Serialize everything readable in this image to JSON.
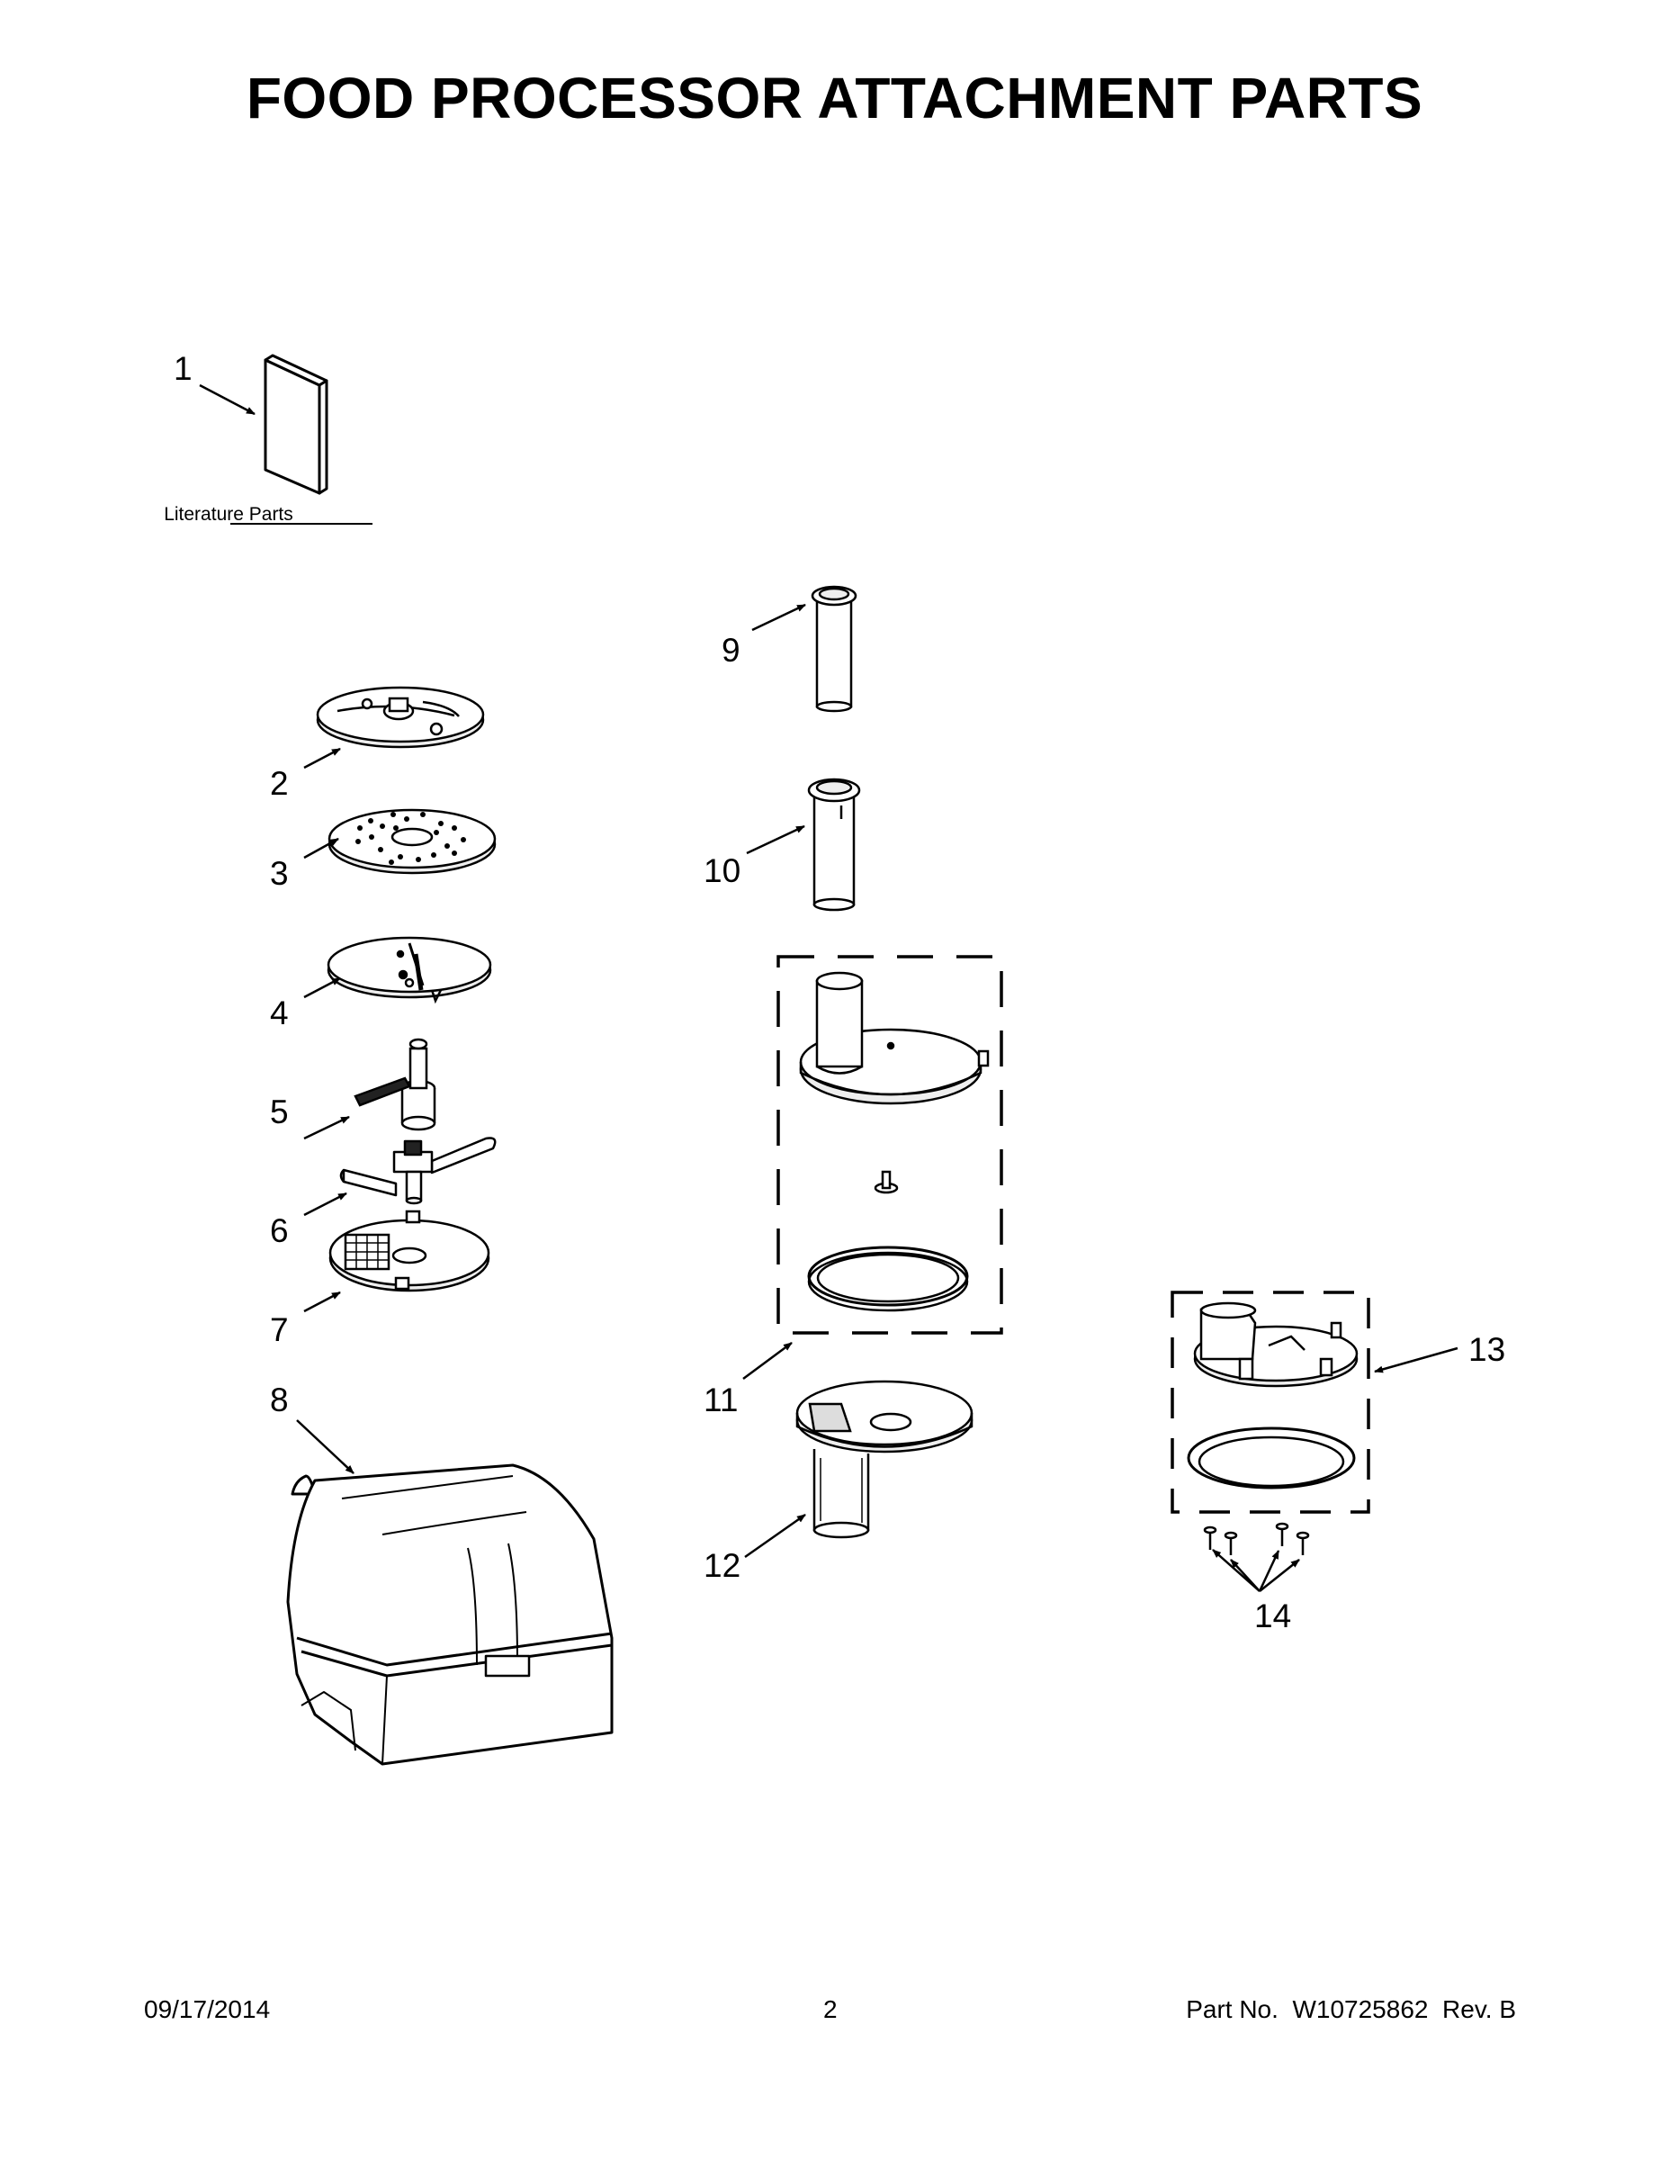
{
  "title": "FOOD PROCESSOR ATTACHMENT PARTS",
  "literature_label": "Literature Parts",
  "callouts": {
    "c1": "1",
    "c2": "2",
    "c3": "3",
    "c4": "4",
    "c5": "5",
    "c6": "6",
    "c7": "7",
    "c8": "8",
    "c9": "9",
    "c10": "10",
    "c11": "11",
    "c12": "12",
    "c13": "13",
    "c14": "14"
  },
  "footer": {
    "date": "09/17/2014",
    "page": "2",
    "part_prefix": "Part No.",
    "part_number": "W10725862",
    "revision": "Rev.  B"
  }
}
